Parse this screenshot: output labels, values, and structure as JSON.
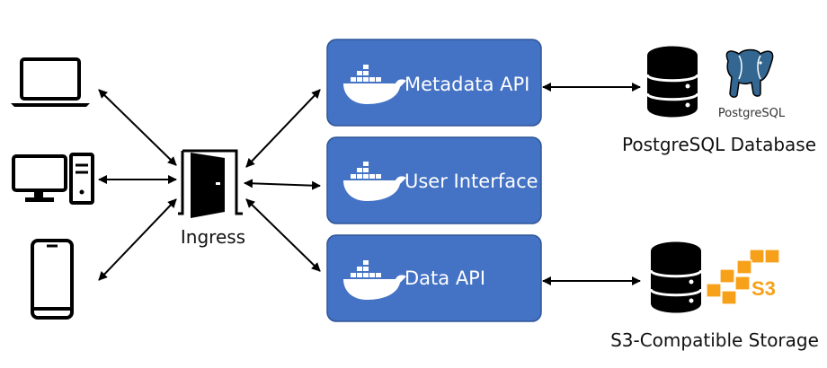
{
  "services": [
    {
      "label": "Metadata API"
    },
    {
      "label": "User Interface"
    },
    {
      "label": "Data API"
    }
  ],
  "ingress": {
    "label": "Ingress"
  },
  "databases": {
    "postgres": {
      "caption": "PostgreSQL Database",
      "logo_text": "PostgreSQL"
    },
    "s3": {
      "caption": "S3-Compatible Storage",
      "logo_text": "S3"
    }
  },
  "clients": [
    "laptop-icon",
    "desktop-icon",
    "phone-icon"
  ],
  "colors": {
    "service_fill": "#4472c4",
    "service_stroke": "#2f5597",
    "postgres_blue": "#336791",
    "aws_orange": "#f7a11a"
  }
}
